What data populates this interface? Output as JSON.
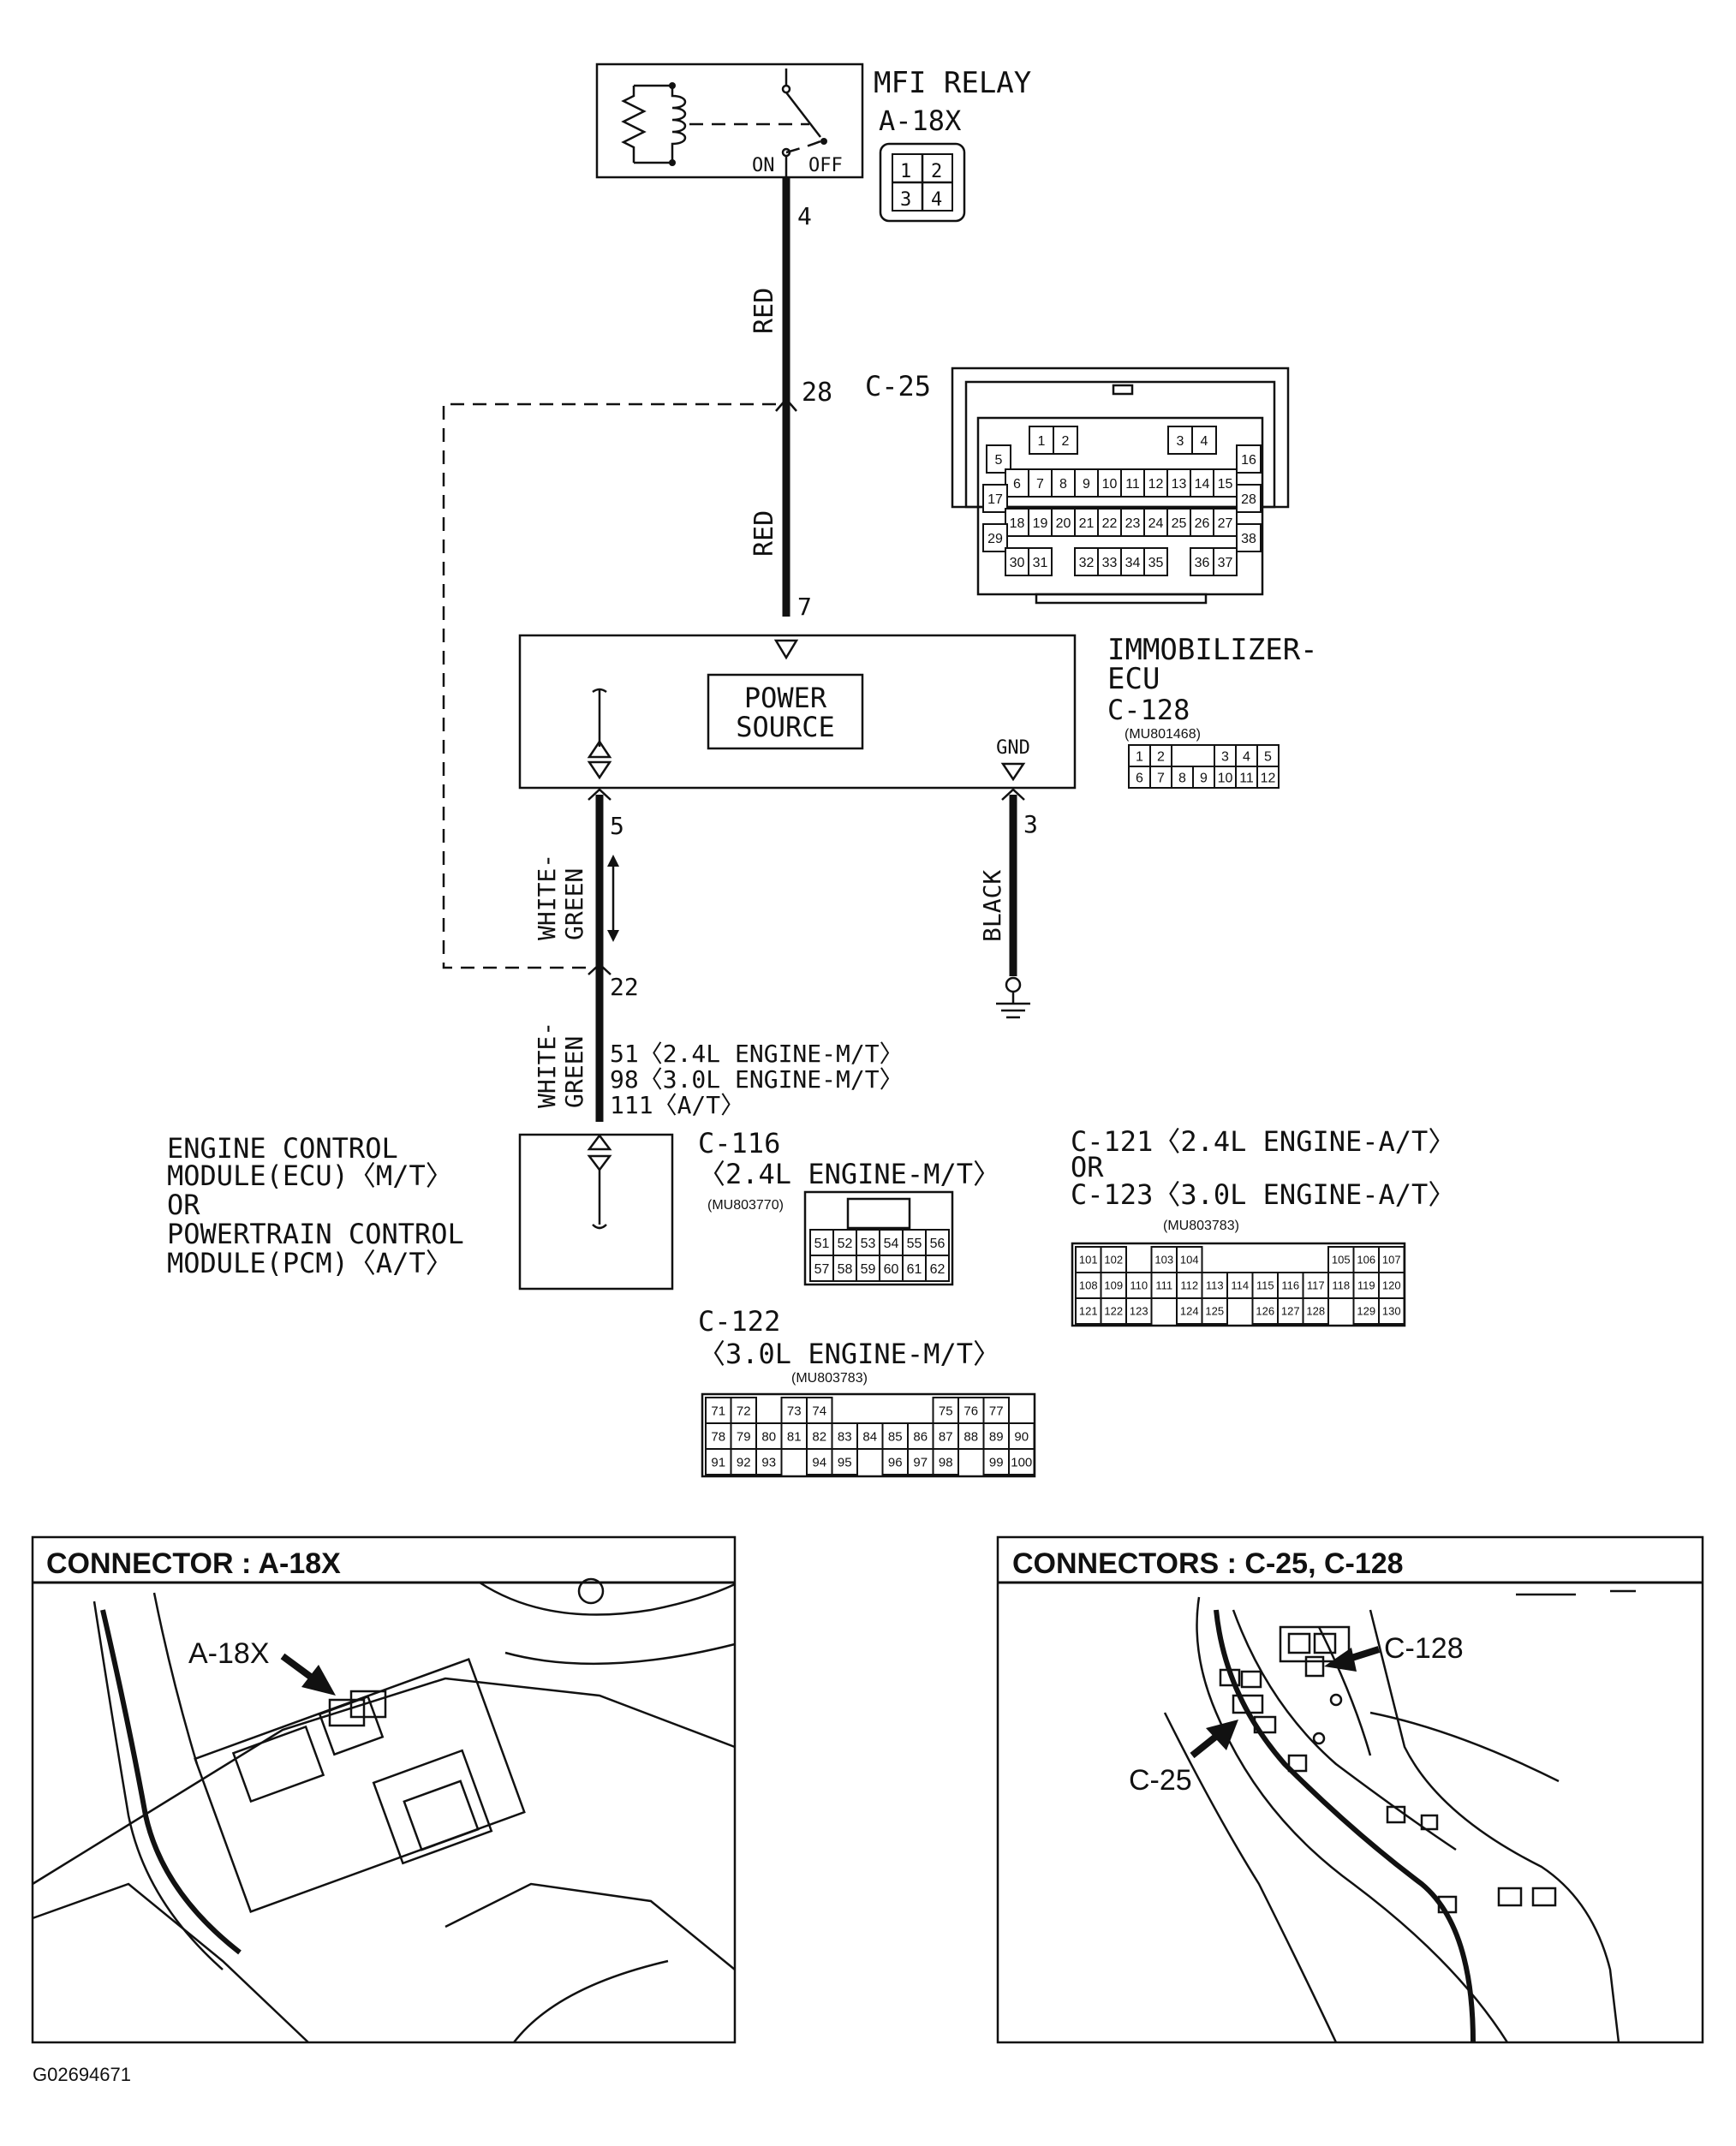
{
  "relay": {
    "title": "MFI RELAY",
    "connector": "A-18X",
    "on_label": "ON",
    "off_label": "OFF",
    "pins": [
      "1",
      "2",
      "3",
      "4"
    ],
    "out_pin": "4"
  },
  "wires": {
    "red_upper": "RED",
    "red_lower": "RED",
    "pin_28": "28",
    "pin_7": "7",
    "white_green_upper_1": "WHITE-",
    "white_green_upper_2": "GREEN",
    "pin_5": "5",
    "pin_3": "3",
    "black": "BLACK",
    "pin_22": "22",
    "white_green_lower_1": "WHITE-",
    "white_green_lower_2": "GREEN",
    "pcm_pin_1": "51〈2.4L ENGINE-M/T〉",
    "pcm_pin_2": "98〈3.0L ENGINE-M/T〉",
    "pcm_pin_3": "111〈A/T〉"
  },
  "c25": {
    "label": "C-25",
    "rows": [
      [
        "5",
        "1",
        "2",
        "3",
        "4",
        "16"
      ],
      [
        "6",
        "7",
        "8",
        "9",
        "10",
        "11",
        "12",
        "13",
        "14",
        "15"
      ],
      [
        "17",
        "18",
        "19",
        "20",
        "21",
        "22",
        "23",
        "24",
        "25",
        "26",
        "27",
        "28"
      ],
      [
        "29",
        "30",
        "31",
        "32",
        "33",
        "34",
        "35",
        "36",
        "37",
        "38"
      ]
    ]
  },
  "ecu": {
    "title_1": "IMMOBILIZER-",
    "title_2": "ECU",
    "connector": "C-128",
    "part_no": "(MU801468)",
    "power_source_1": "POWER",
    "power_source_2": "SOURCE",
    "gnd": "GND",
    "pins_top": [
      "1",
      "2",
      "",
      "3",
      "4",
      "5"
    ],
    "pins_bottom": [
      "6",
      "7",
      "8",
      "9",
      "10",
      "11",
      "12"
    ]
  },
  "pcm": {
    "line1": "ENGINE CONTROL",
    "line2": "MODULE(ECU)〈M/T〉",
    "line3": "OR",
    "line4": "POWERTRAIN CONTROL",
    "line5": "MODULE(PCM)〈A/T〉"
  },
  "c116": {
    "label": "C-116",
    "engine": "〈2.4L ENGINE-M/T〉",
    "part_no": "(MU803770)",
    "row1": [
      "51",
      "52",
      "53",
      "54",
      "55",
      "56"
    ],
    "row2": [
      "57",
      "58",
      "59",
      "60",
      "61",
      "62"
    ]
  },
  "c121": {
    "line1": "C-121〈2.4L ENGINE-A/T〉",
    "line2": "OR",
    "line3": "C-123〈3.0L ENGINE-A/T〉",
    "part_no": "(MU803783)",
    "row1": [
      "101",
      "102",
      "",
      "103",
      "104",
      "",
      "",
      "",
      "",
      "",
      "105",
      "106",
      "107"
    ],
    "row2": [
      "108",
      "109",
      "110",
      "111",
      "112",
      "113",
      "114",
      "115",
      "116",
      "117",
      "118",
      "119",
      "120"
    ],
    "row3": [
      "121",
      "122",
      "123",
      "",
      "124",
      "125",
      "",
      "126",
      "127",
      "128",
      "",
      "129",
      "130"
    ]
  },
  "c122": {
    "label": "C-122",
    "engine": "〈3.0L ENGINE-M/T〉",
    "part_no": "(MU803783)",
    "row1": [
      "71",
      "72",
      "",
      "73",
      "74",
      "",
      "",
      "",
      "",
      "75",
      "76",
      "77"
    ],
    "row2": [
      "78",
      "79",
      "80",
      "81",
      "82",
      "83",
      "84",
      "85",
      "86",
      "87",
      "88",
      "89",
      "90"
    ],
    "row3": [
      "91",
      "92",
      "93",
      "",
      "94",
      "95",
      "",
      "96",
      "97",
      "98",
      "",
      "99",
      "100"
    ]
  },
  "panels": {
    "left_title": "CONNECTOR : A-18X",
    "left_callout": "A-18X",
    "right_title": "CONNECTORS : C-25, C-128",
    "right_callout_1": "C-128",
    "right_callout_2": "C-25"
  },
  "figure_id": "G02694671"
}
